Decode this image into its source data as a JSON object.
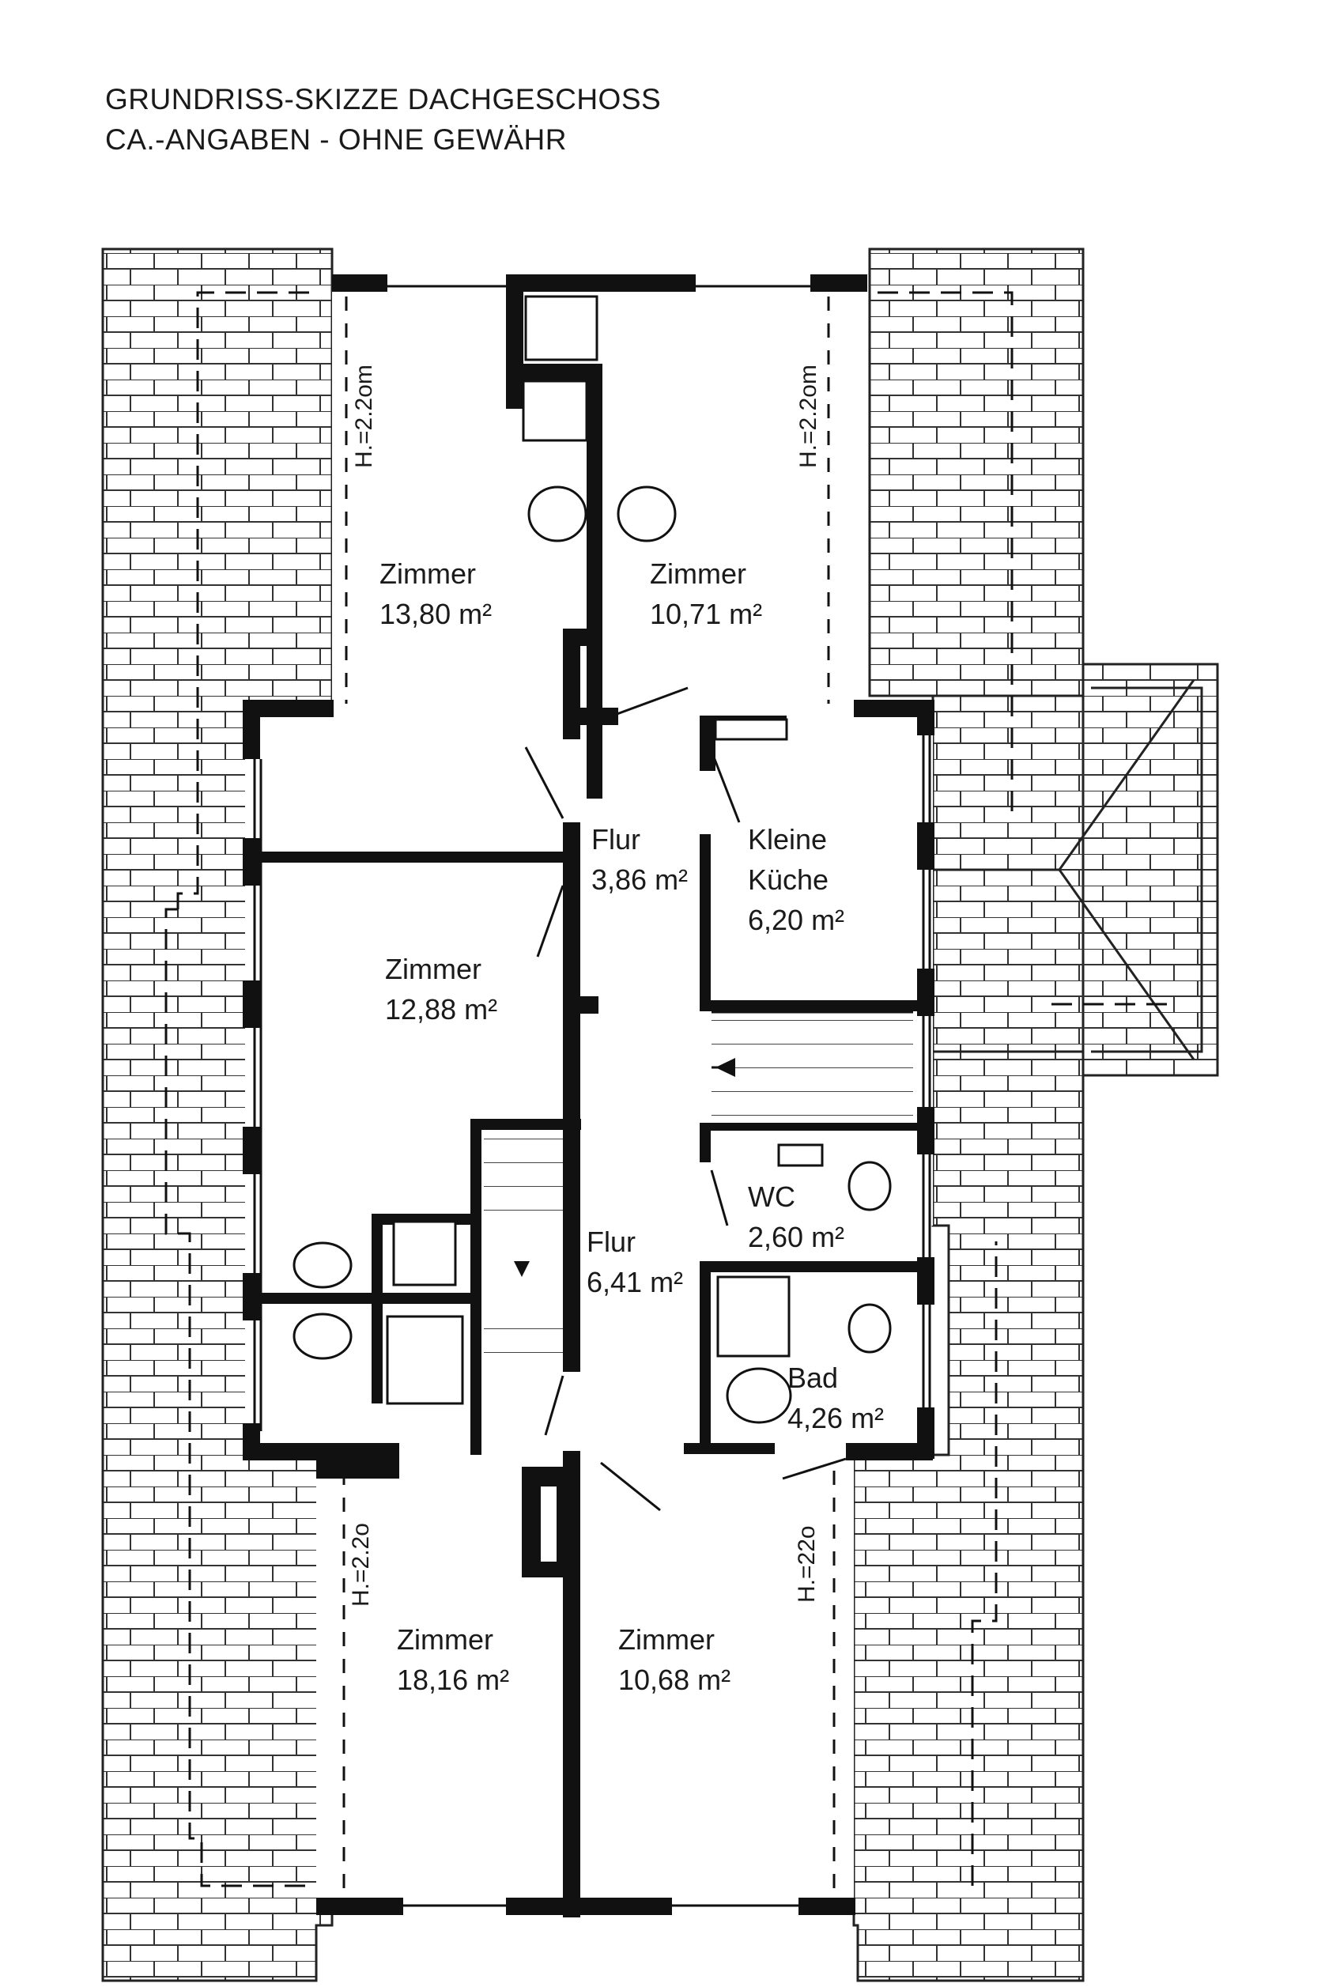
{
  "header": {
    "line1": "GRUNDRISS-SKIZZE DACHGESCHOSS",
    "line2": "CA.-ANGABEN - OHNE GEWÄHR"
  },
  "rooms": {
    "zimmer_top_left": {
      "name": "Zimmer",
      "area": "13,80 m²"
    },
    "zimmer_top_right": {
      "name": "Zimmer",
      "area": "10,71 m²"
    },
    "flur_upper": {
      "name": "Flur",
      "area": "3,86 m²"
    },
    "kleine_kueche": {
      "name1": "Kleine",
      "name2": "Küche",
      "area": "6,20 m²"
    },
    "zimmer_mid_left": {
      "name": "Zimmer",
      "area": "12,88 m²"
    },
    "wc": {
      "name": "WC",
      "area": "2,60 m²"
    },
    "flur_lower": {
      "name": "Flur",
      "area": "6,41 m²"
    },
    "bad": {
      "name": "Bad",
      "area": "4,26 m²"
    },
    "zimmer_bottom_left": {
      "name": "Zimmer",
      "area": "18,16 m²"
    },
    "zimmer_bottom_right": {
      "name": "Zimmer",
      "area": "10,68 m²"
    }
  },
  "height_marks": {
    "top_left": "H.=2.2om",
    "top_right": "H.=2.2om",
    "bottom_left": "H.=2.2o",
    "bottom_right": "H.=22o"
  }
}
